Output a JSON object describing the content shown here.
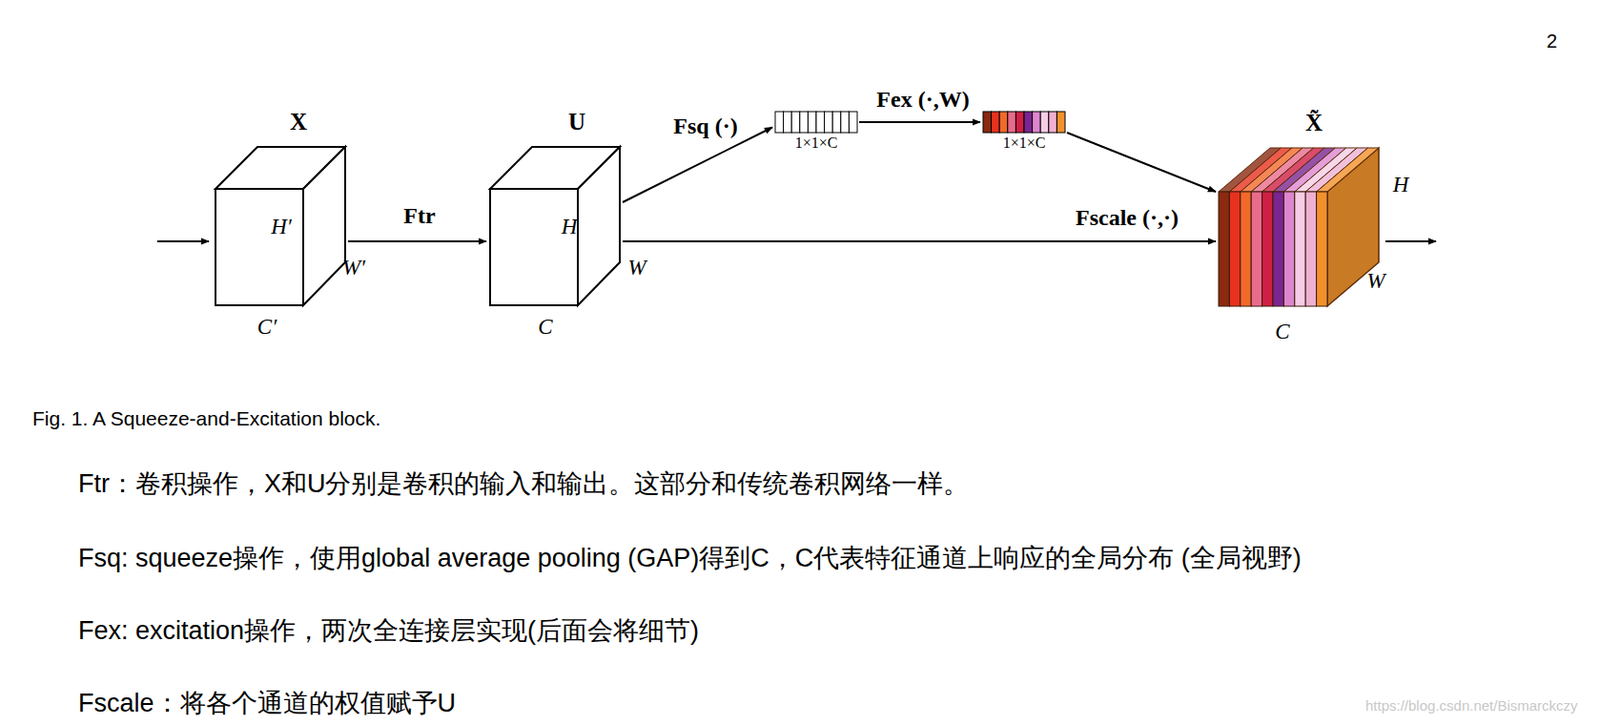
{
  "diagram": {
    "caption": "Fig. 1. A Squeeze-and-Excitation block.",
    "nodes": [
      {
        "text": [
          "X",
          "H′",
          "W′",
          "C′"
        ]
      },
      {
        "text": [
          "U",
          "H",
          "W",
          "C"
        ]
      },
      {
        "text": [
          "1×1×C"
        ]
      },
      {
        "text": [
          "1×1×C"
        ]
      },
      {
        "text": [
          "X̃",
          "H",
          "W",
          "C"
        ]
      }
    ],
    "edges": [
      {
        "from": 0,
        "to": 1,
        "label": "Ftr",
        "arrow": "to"
      },
      {
        "from": 1,
        "to": 2,
        "label": "Fsq (·)",
        "arrow": "to"
      },
      {
        "from": 2,
        "to": 3,
        "label": "Fex (·,W)",
        "arrow": "to"
      },
      {
        "from": 3,
        "to": 4,
        "arrow": "to"
      },
      {
        "from": 1,
        "to": 4,
        "label": "Fscale (·,·)",
        "arrow": "to"
      }
    ],
    "labels": [
      "2",
      "Ftr：卷积操作，X和U分别是卷积的输入和输出。这部分和传统卷积网络一样。",
      "Fsq:  squeeze操作，使用global average pooling (GAP)得到C，C代表特征通道上响应的全局分布 (全局视野)",
      "Fex:  excitation操作，两次全连接层实现(后面会将细节)",
      "Fscale：将各个通道的权值赋予U",
      "https://blog.csdn.net/Bismarckczy"
    ]
  }
}
